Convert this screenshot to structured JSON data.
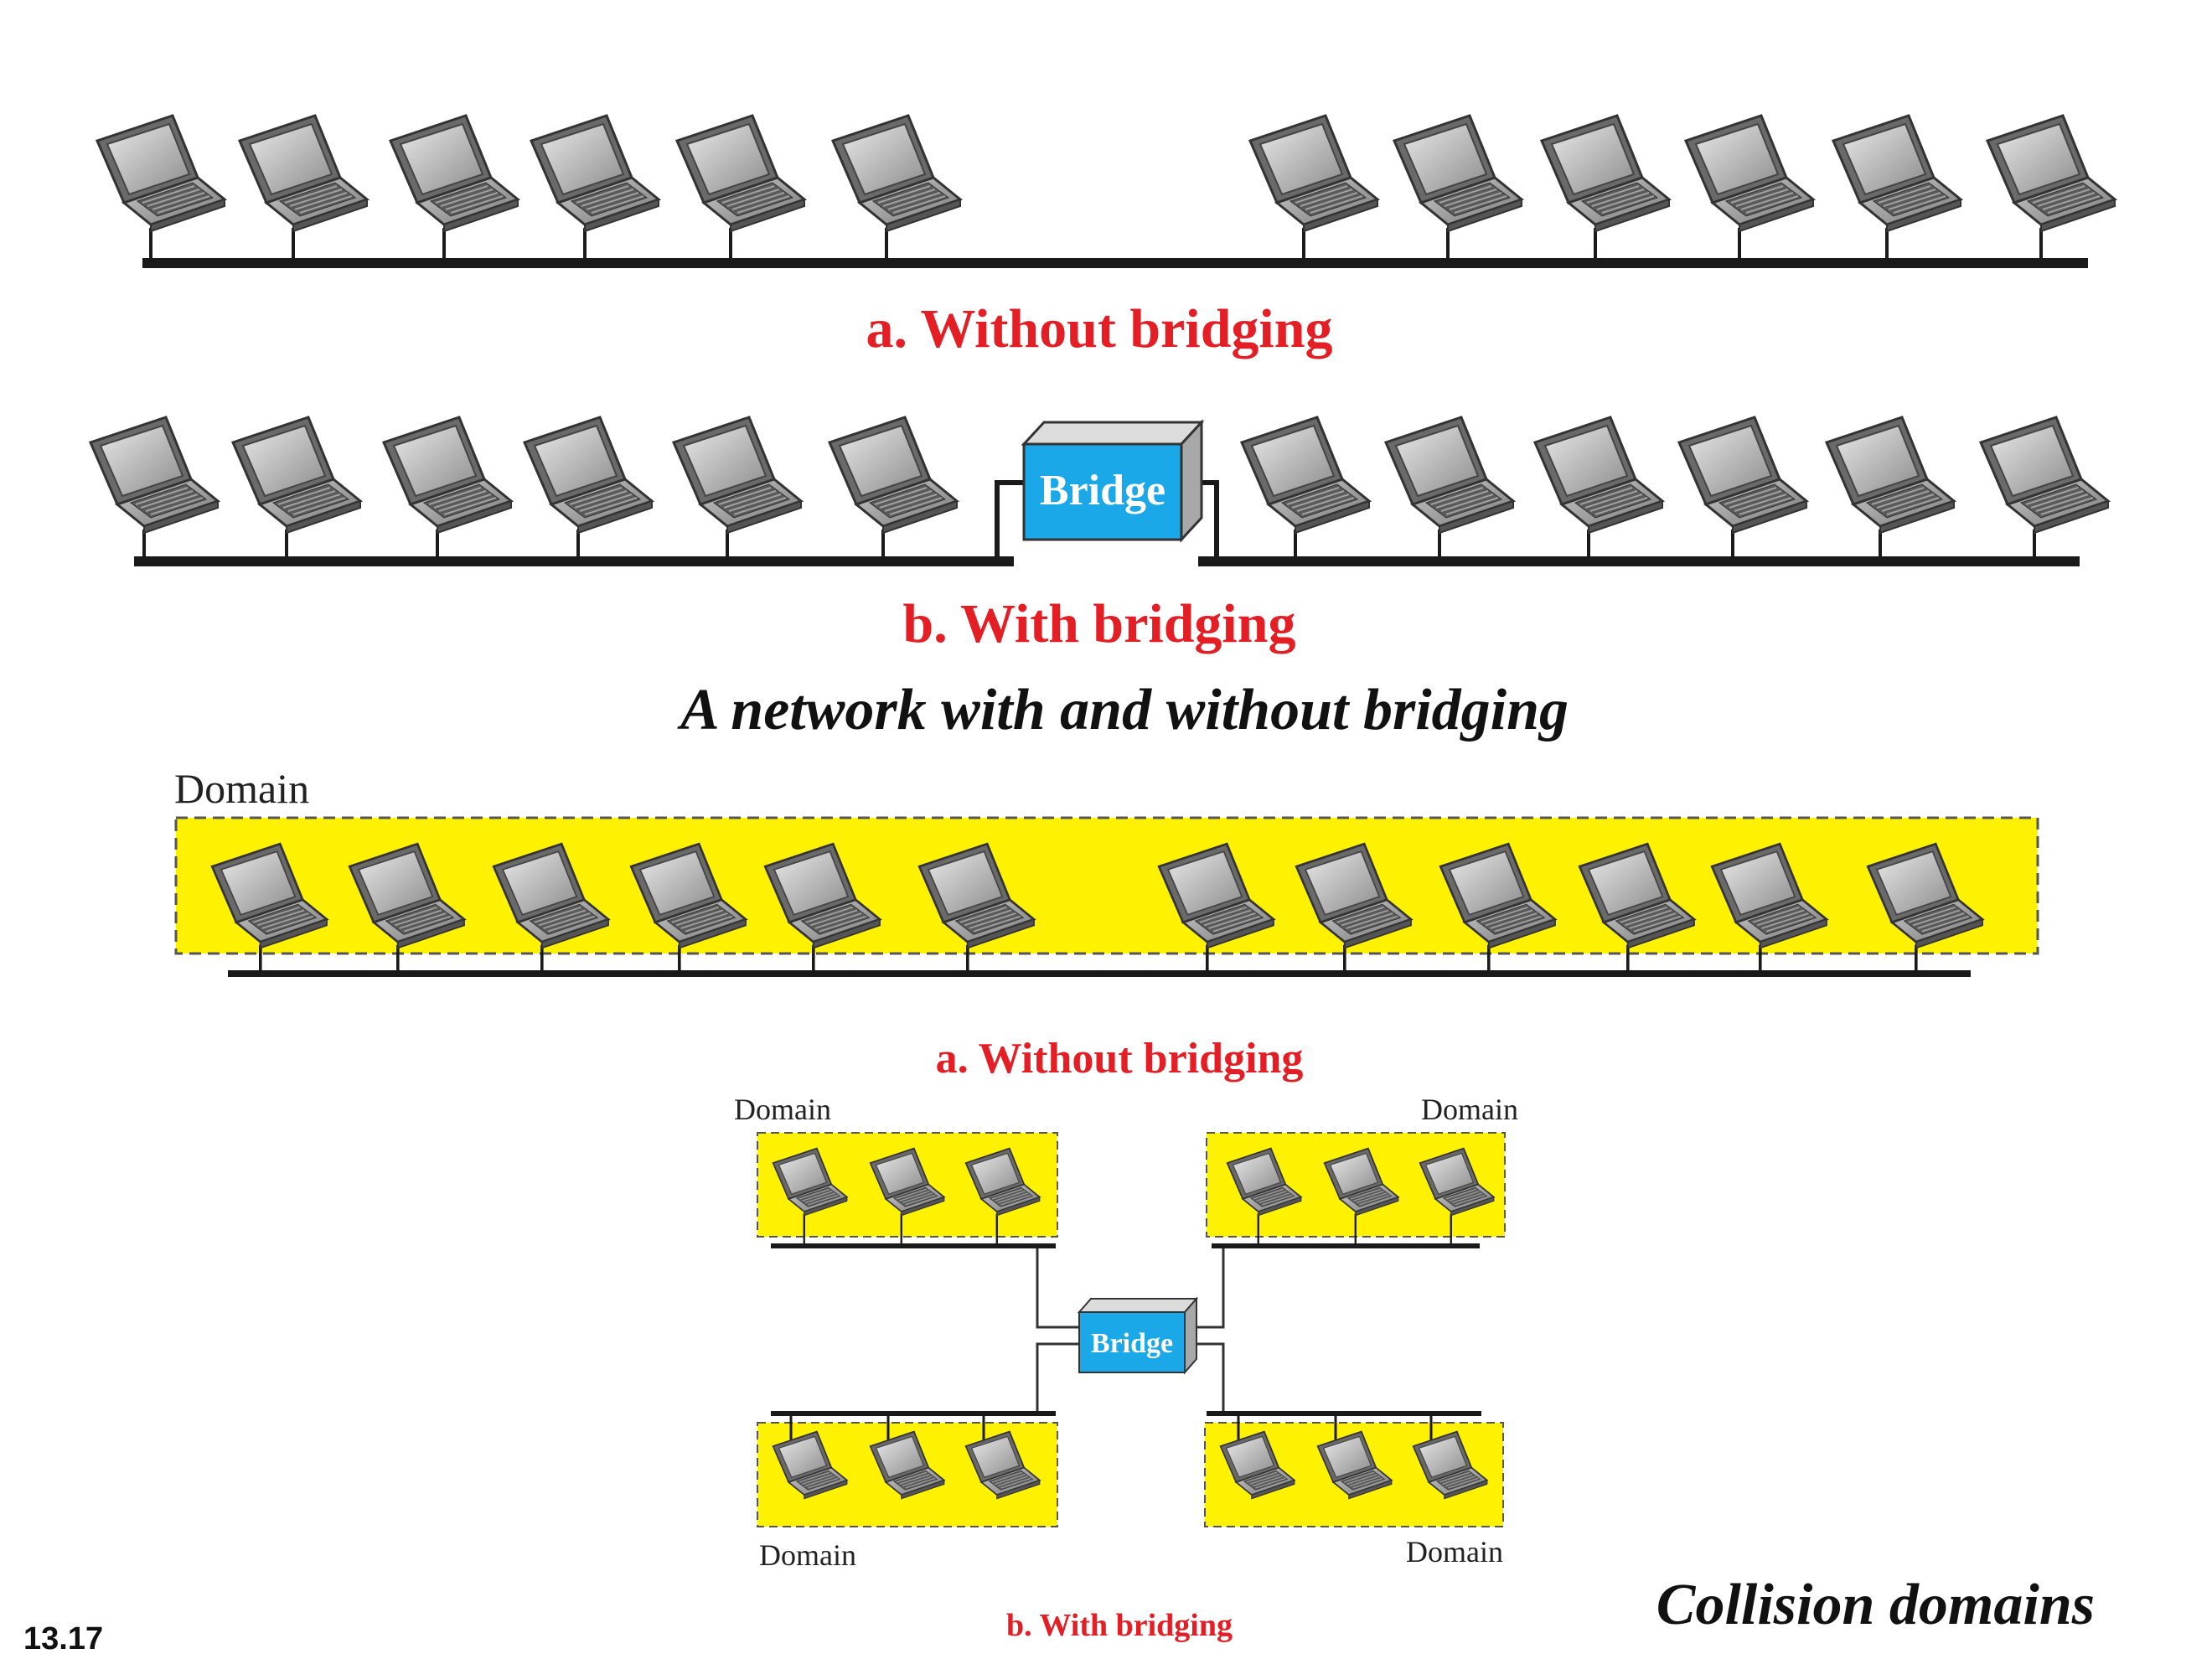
{
  "top_diagram": {
    "caption_a": "a. Without bridging",
    "caption_b": "b. With bridging",
    "bridge_label": "Bridge",
    "title": "A network with and without bridging"
  },
  "bottom_diagram": {
    "domain_label": "Domain",
    "caption_a": "a. Without bridging",
    "caption_b": "b. With bridging",
    "bridge_label": "Bridge",
    "domain_top_left": "Domain",
    "domain_top_right": "Domain",
    "domain_bottom_left": "Domain",
    "domain_bottom_right": "Domain",
    "title": "Collision domains"
  },
  "slide_number": "13.17",
  "colors": {
    "caption_red": "#e31e24",
    "bridge_blue": "#1aa8e8",
    "domain_yellow": "#fff200",
    "bus_black": "#1a1a1a",
    "laptop_gray": "#9a9a9a"
  }
}
